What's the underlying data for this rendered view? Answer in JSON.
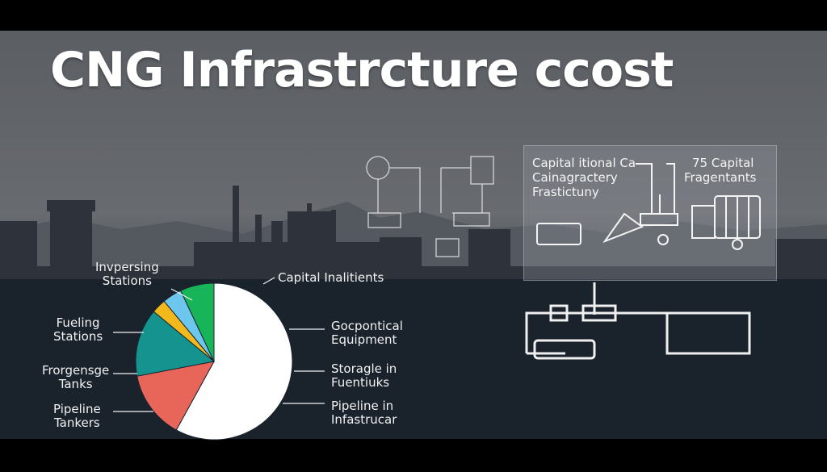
{
  "title": "CNG Infrastrcture ccost",
  "chart_data": {
    "type": "pie",
    "title": "CNG Infrastrcture ccost",
    "slices": [
      {
        "label": "Capital Inalitients",
        "value": 58,
        "color": "#ffffff"
      },
      {
        "label": "Pipeline Tankers",
        "value": 14,
        "color": "#e8655a"
      },
      {
        "label": "Frorgensge Tanks",
        "value": 14,
        "color": "#15938f"
      },
      {
        "label": "Fueling Stations",
        "value": 3,
        "color": "#f2b91c"
      },
      {
        "label": "Invpersing Stations",
        "value": 4,
        "color": "#6cc6ee"
      },
      {
        "label": "",
        "value": 7,
        "color": "#18b45a"
      }
    ],
    "left_labels": [
      {
        "line1": "Invpersing",
        "line2": "Stations"
      },
      {
        "line1": "Fueling",
        "line2": "Stations"
      },
      {
        "line1": "Frorgensge",
        "line2": "Tanks"
      },
      {
        "line1": "Pipeline",
        "line2": "Tankers"
      }
    ],
    "right_labels": [
      {
        "line1": "Capital Inalitients",
        "line2": ""
      },
      {
        "line1": "Gocpontical",
        "line2": "Equipment"
      },
      {
        "line1": "Storagle in",
        "line2": "Fuentiuks"
      },
      {
        "line1": "Pipeline in",
        "line2": "Infastrucar"
      }
    ]
  },
  "panel": {
    "left_lines": [
      "Capital itional Ca",
      "Cainagractery",
      "Frastictuny"
    ],
    "right_lines": [
      "75 Capital",
      "Fragentants"
    ]
  },
  "colors": {
    "background_dark": "#1a222c",
    "sky": "#686b70",
    "pie_text": "#f2f2f2"
  }
}
